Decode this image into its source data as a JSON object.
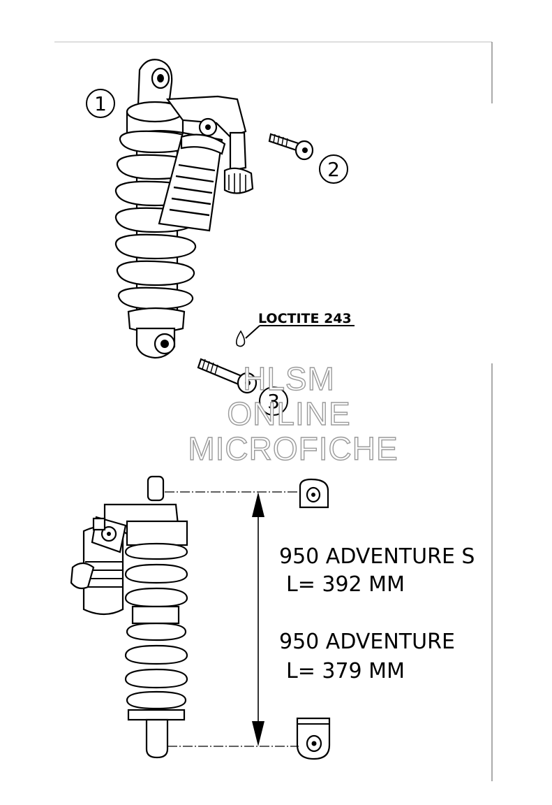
{
  "callouts": {
    "item1": "1",
    "item2": "2",
    "item3": "3"
  },
  "note": {
    "loctite": "LOCTITE 243"
  },
  "specs": {
    "model_s": "950 ADVENTURE S",
    "length_s": "L= 392 MM",
    "model": "950 ADVENTURE",
    "length": "L= 379 MM"
  },
  "watermark": {
    "line1": "HLSM",
    "line2": "ONLINE",
    "line3": "MICROFICHE"
  }
}
